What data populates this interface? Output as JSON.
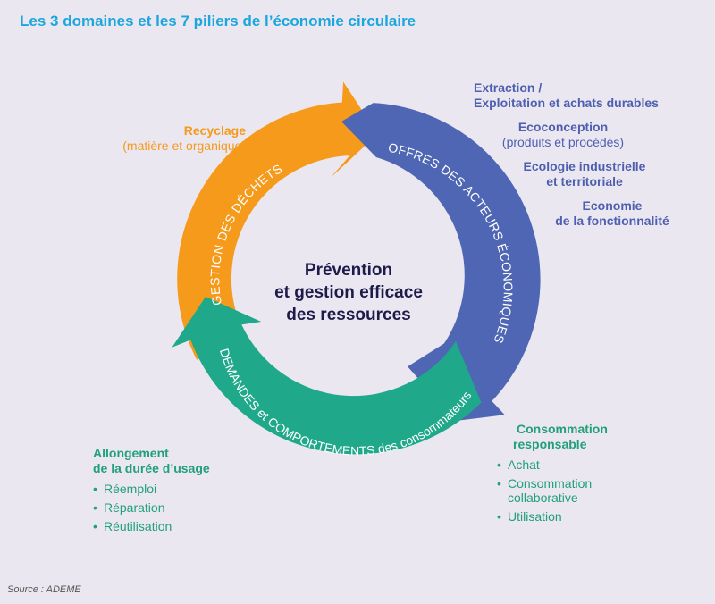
{
  "title": "Les 3 domaines et les 7 piliers de l’économie circulaire",
  "source": "Source : ADEME",
  "center": [
    "Prévention",
    "et gestion efficace",
    "des ressources"
  ],
  "arcs": {
    "dechets": "GESTION DES DÉCHETS",
    "offres": "OFFRES DES ACTEURS ÉCONOMIQUES",
    "demandes": "DEMANDES et COMPORTEMENTS des consommateurs"
  },
  "colors": {
    "orange": "#f59a1b",
    "blue": "#4f66b4",
    "green": "#1fa98a",
    "title": "#1ba7dd"
  },
  "recyclage": {
    "title": "Recyclage",
    "sub": "(matière et organique)"
  },
  "offres_items": {
    "extraction_1": "Extraction /",
    "extraction_2": "Exploitation et achats durables",
    "ecoconception": "Ecoconception",
    "ecoconception_sub": "(produits et procédés)",
    "ecologie_1": "Ecologie industrielle",
    "ecologie_2": "et territoriale",
    "economie_1": "Economie",
    "economie_2": "de la fonctionnalité"
  },
  "consommation": {
    "title_1": "Consommation",
    "title_2": "responsable",
    "items": [
      "Achat",
      "Consommation collaborative",
      "Utilisation"
    ]
  },
  "allongement": {
    "title_1": "Allongement",
    "title_2": "de la durée d’usage",
    "items": [
      "Réemploi",
      "Réparation",
      "Réutilisation"
    ]
  }
}
